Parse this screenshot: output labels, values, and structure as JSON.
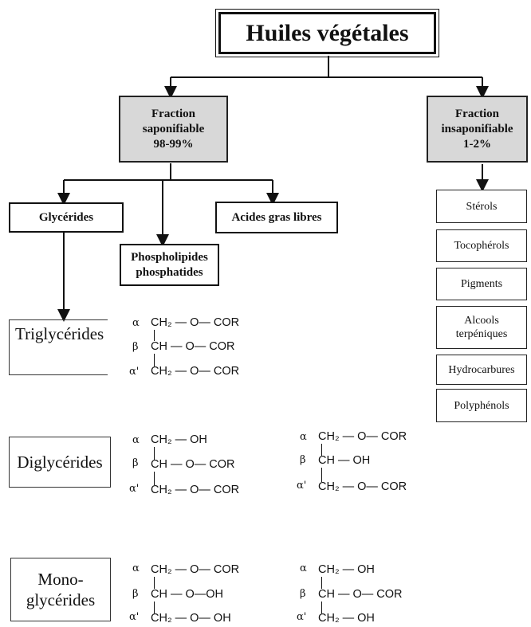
{
  "title": "Huiles végétales",
  "saponifiable": {
    "line1": "Fraction",
    "line2": "saponifiable",
    "line3": "98-99%"
  },
  "insaponifiable": {
    "line1": "Fraction",
    "line2": "insaponifiable",
    "line3": "1-2%"
  },
  "glycerides": "Glycérides",
  "acides": "Acides gras libres",
  "phospho": {
    "line1": "Phospholipides",
    "line2": "phosphatides"
  },
  "insap_items": [
    "Stérols",
    "Tocophérols",
    "Pigments",
    "Alcools terpéniques",
    "Hydrocarbures",
    "Polyphénols"
  ],
  "tri": {
    "label": "Triglycérides",
    "rows": [
      {
        "greek": "α",
        "text": "CH₂ — O— COR"
      },
      {
        "greek": "β",
        "text": "CH  — O— COR"
      },
      {
        "greek": "α'",
        "text": "CH₂ — O— COR"
      }
    ]
  },
  "di": {
    "label": "Diglycérides",
    "left": [
      {
        "greek": "α",
        "text": "CH₂ — OH"
      },
      {
        "greek": "β",
        "text": "CH  — O— COR"
      },
      {
        "greek": "α'",
        "text": "CH₂ — O— COR"
      }
    ],
    "right": [
      {
        "greek": "α",
        "text": "CH₂ — O— COR"
      },
      {
        "greek": "β",
        "text": "CH  — OH"
      },
      {
        "greek": "α'",
        "text": "CH₂ — O— COR"
      }
    ]
  },
  "mono": {
    "label1": "Mono-",
    "label2": "glycérides",
    "left": [
      {
        "greek": "α",
        "text": "CH₂ — O— COR"
      },
      {
        "greek": "β",
        "text": "CH  — O—OH"
      },
      {
        "greek": "α'",
        "text": "CH₂ — O— OH"
      }
    ],
    "right": [
      {
        "greek": "α",
        "text": "CH₂ — OH"
      },
      {
        "greek": "β",
        "text": "CH  — O— COR"
      },
      {
        "greek": "α'",
        "text": "CH₂ — OH"
      }
    ]
  }
}
